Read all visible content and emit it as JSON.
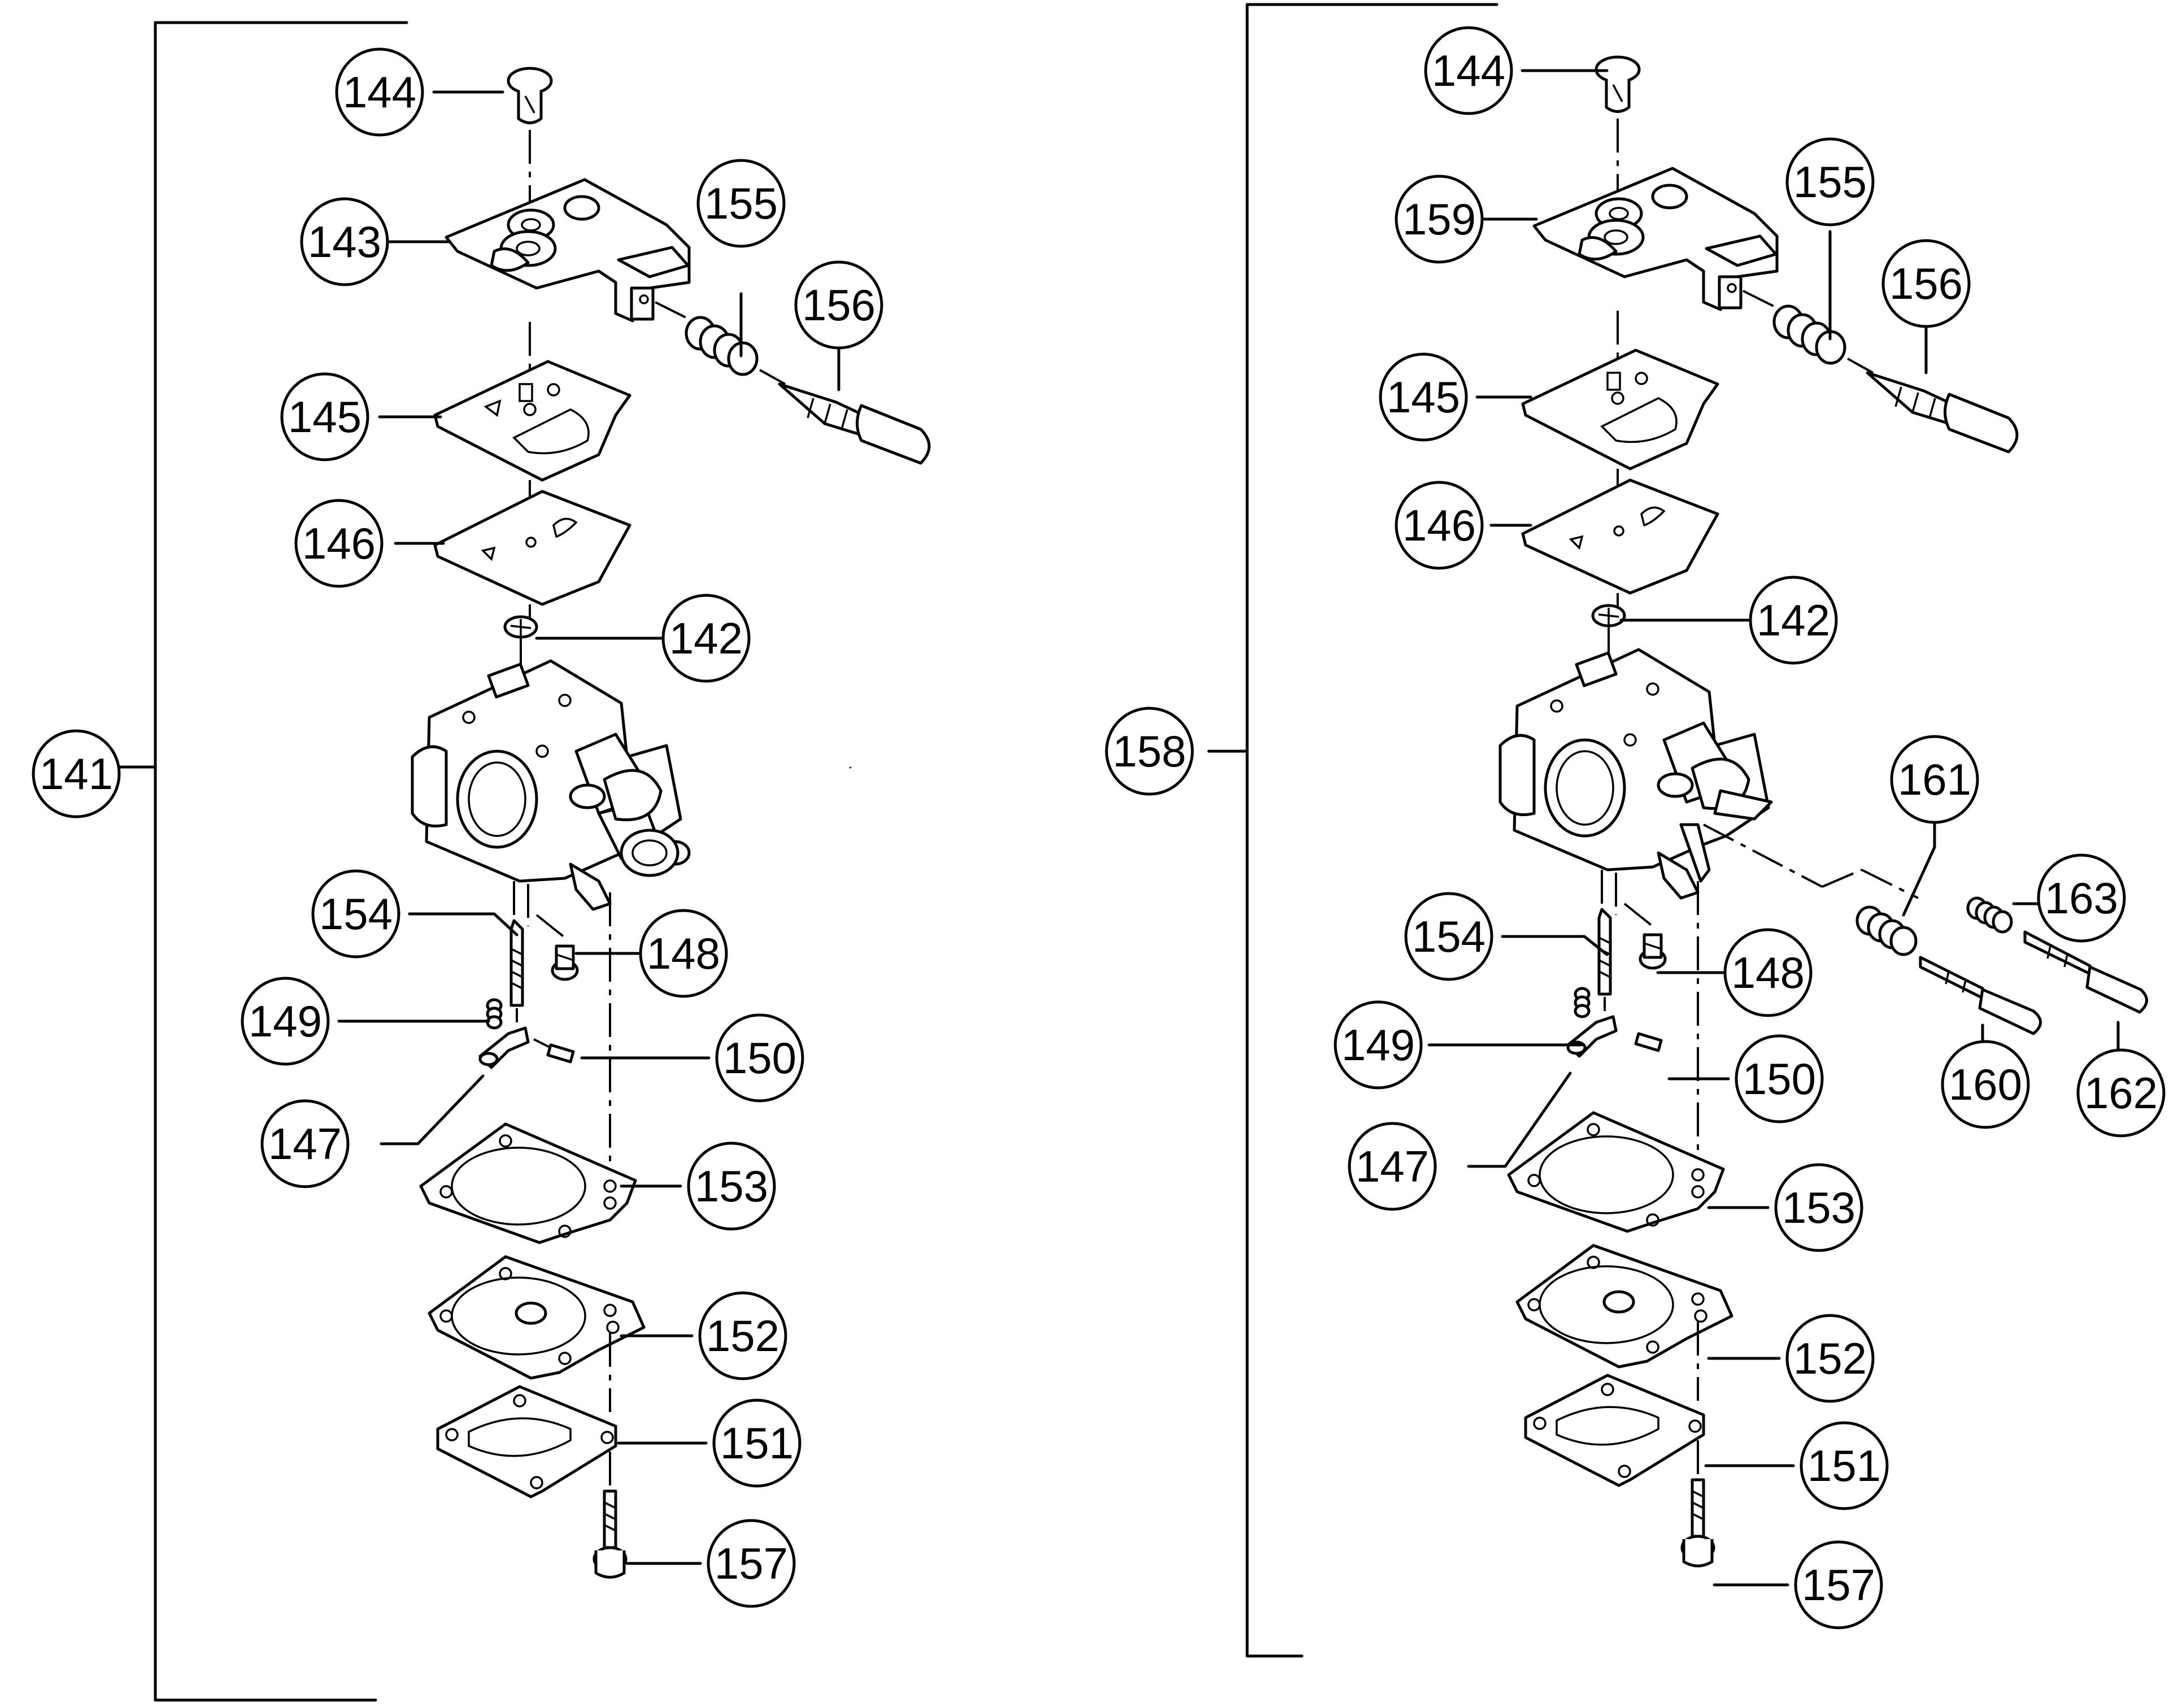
{
  "colors": {
    "ink": "#000000",
    "paper": "#ffffff"
  },
  "assemblies": [
    {
      "key": "left",
      "number": "141",
      "callouts": [
        {
          "ref": "144"
        },
        {
          "ref": "143"
        },
        {
          "ref": "155"
        },
        {
          "ref": "156"
        },
        {
          "ref": "145"
        },
        {
          "ref": "146"
        },
        {
          "ref": "142"
        },
        {
          "ref": "154"
        },
        {
          "ref": "148"
        },
        {
          "ref": "149"
        },
        {
          "ref": "150"
        },
        {
          "ref": "147"
        },
        {
          "ref": "153"
        },
        {
          "ref": "152"
        },
        {
          "ref": "151"
        },
        {
          "ref": "157"
        }
      ]
    },
    {
      "key": "right",
      "number": "158",
      "callouts": [
        {
          "ref": "144"
        },
        {
          "ref": "159"
        },
        {
          "ref": "155"
        },
        {
          "ref": "156"
        },
        {
          "ref": "145"
        },
        {
          "ref": "146"
        },
        {
          "ref": "142"
        },
        {
          "ref": "161"
        },
        {
          "ref": "163"
        },
        {
          "ref": "154"
        },
        {
          "ref": "148"
        },
        {
          "ref": "149"
        },
        {
          "ref": "150"
        },
        {
          "ref": "160"
        },
        {
          "ref": "162"
        },
        {
          "ref": "147"
        },
        {
          "ref": "153"
        },
        {
          "ref": "152"
        },
        {
          "ref": "151"
        },
        {
          "ref": "157"
        }
      ]
    }
  ]
}
